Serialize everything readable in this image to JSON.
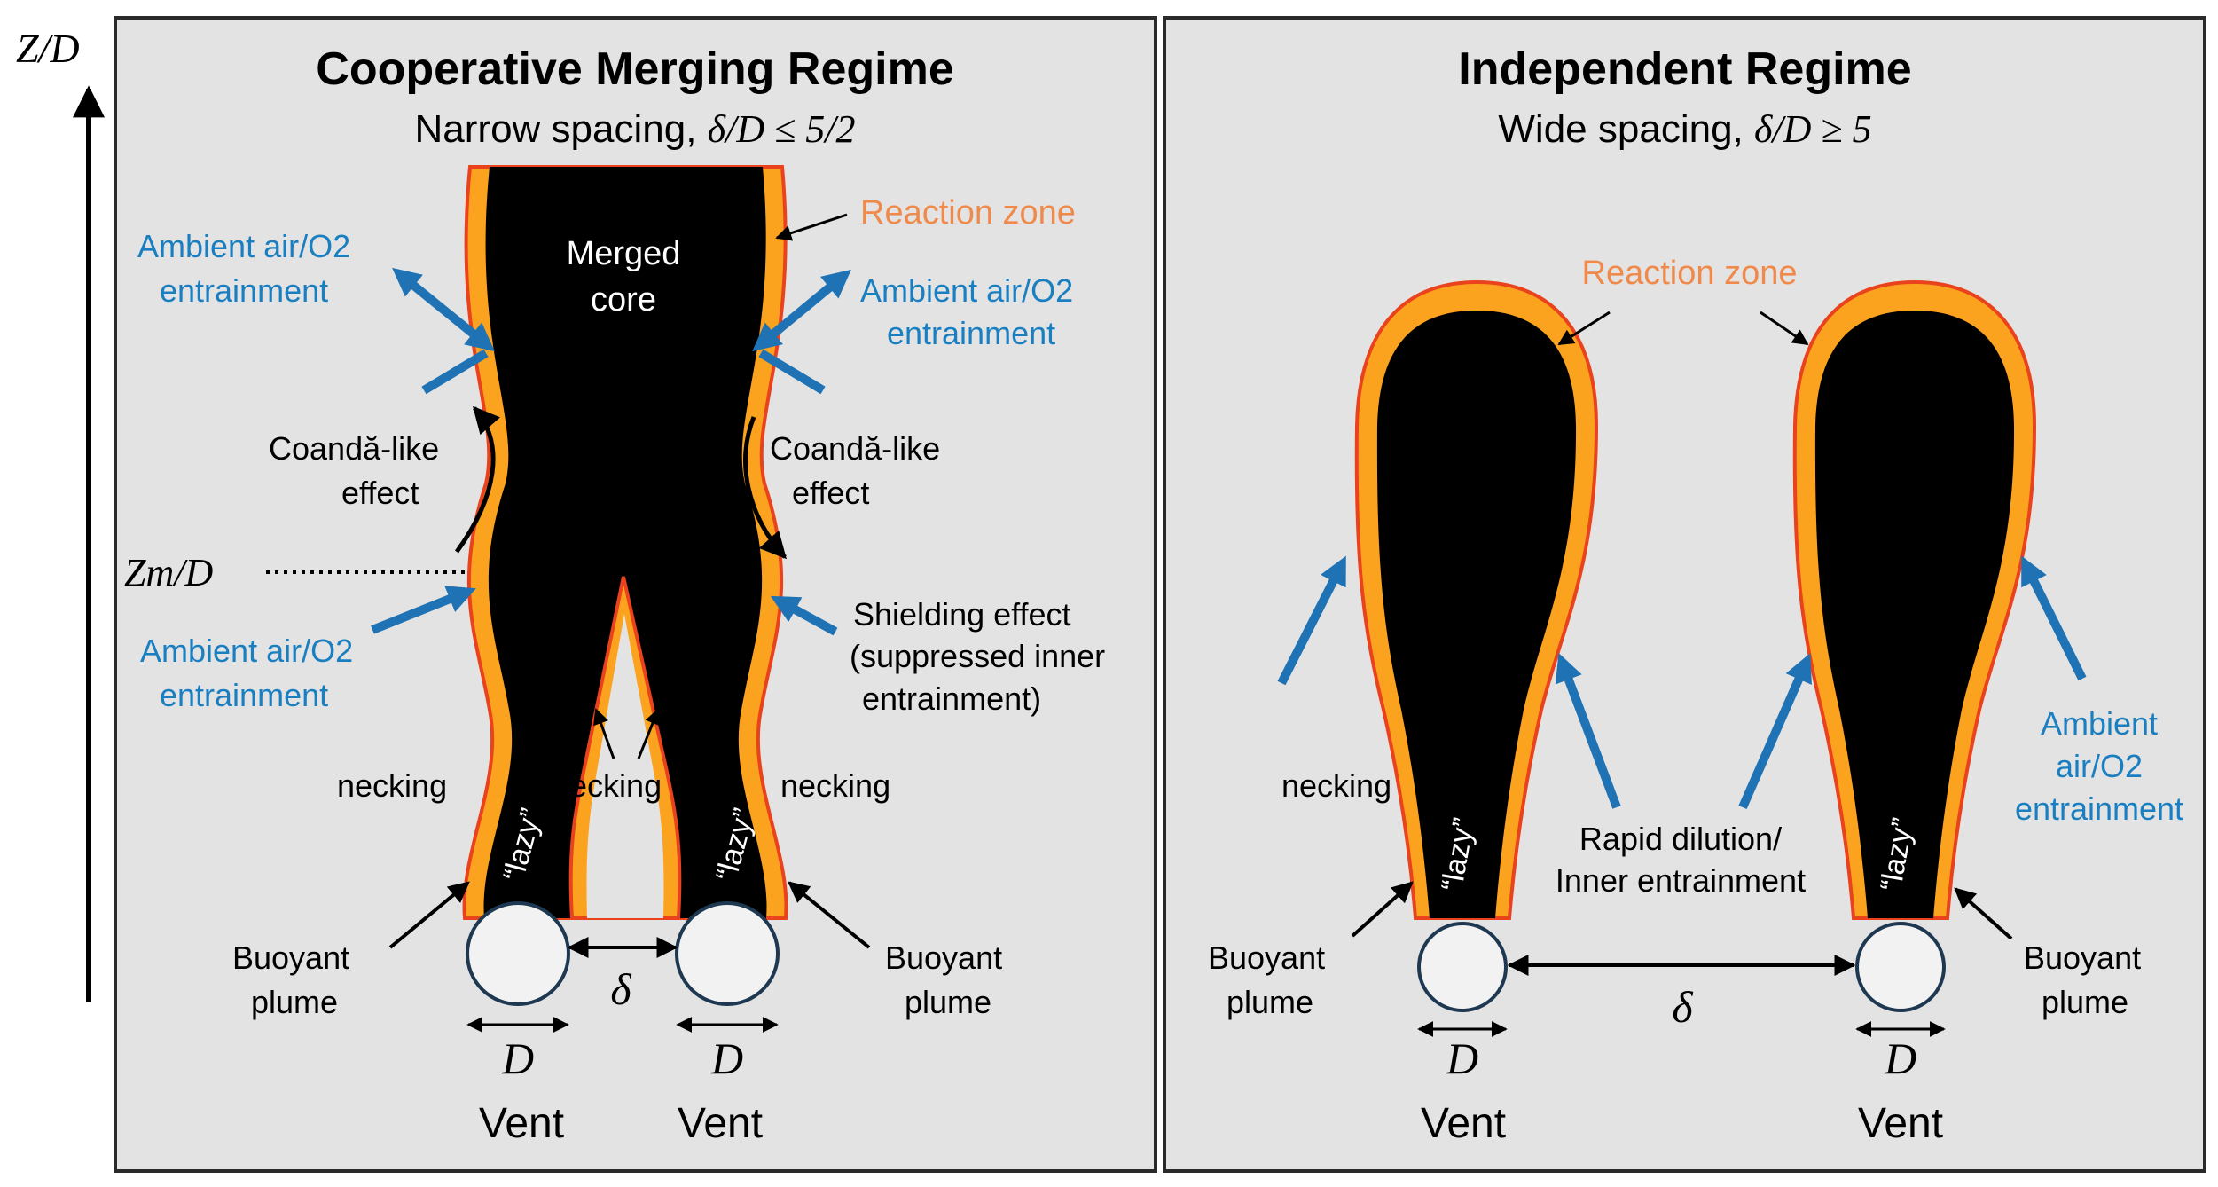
{
  "axis_label": "Z/D",
  "left_panel": {
    "title": "Cooperative Merging Regime",
    "subtitle_text": "Narrow spacing, ",
    "subtitle_math": "δ/D ≤ 5/2",
    "reaction_zone": "Reaction zone",
    "merged_core": [
      "Merged",
      "core"
    ],
    "ambient_upper_left": [
      "Ambient air/O2",
      "entrainment"
    ],
    "ambient_upper_right": [
      "Ambient air/O2",
      "entrainment"
    ],
    "coanda_left": [
      "Coandă-like",
      "effect"
    ],
    "coanda_right": [
      "Coandă-like",
      "effect"
    ],
    "merge_height": "Zm/D",
    "ambient_lower_left": [
      "Ambient air/O2",
      "entrainment"
    ],
    "shielding": [
      "Shielding effect",
      "(suppressed inner",
      "entrainment)"
    ],
    "necking_left": "necking",
    "necking_center": "necking",
    "necking_right": "necking",
    "lazy": "“lazy”",
    "buoyant_left": [
      "Buoyant",
      "plume"
    ],
    "buoyant_right": [
      "Buoyant",
      "plume"
    ],
    "spacing": "δ",
    "diameter": "D",
    "vent": "Vent"
  },
  "right_panel": {
    "title": "Independent Regime",
    "subtitle_text": "Wide spacing, ",
    "subtitle_math": "δ/D ≥ 5",
    "reaction_zone": "Reaction zone",
    "necking": "necking",
    "rapid_dilution": [
      "Rapid dilution/",
      "Inner entrainment"
    ],
    "ambient_right": [
      "Ambient",
      "air/O2",
      "entrainment"
    ],
    "lazy": "“lazy”",
    "buoyant_left": [
      "Buoyant",
      "plume"
    ],
    "buoyant_right": [
      "Buoyant",
      "plume"
    ],
    "spacing": "δ",
    "diameter": "D",
    "vent": "Vent"
  },
  "colors": {
    "panel_bg": "#e3e3e3",
    "flame_outer": "#fba21f",
    "flame_edge": "#e9421c",
    "core": "#000000",
    "entrainment_arrow": "#1f73b4",
    "entrainment_text": "#1a7fc1",
    "reaction_text": "#f08a4b",
    "vent_fill": "#f2f2f2"
  }
}
